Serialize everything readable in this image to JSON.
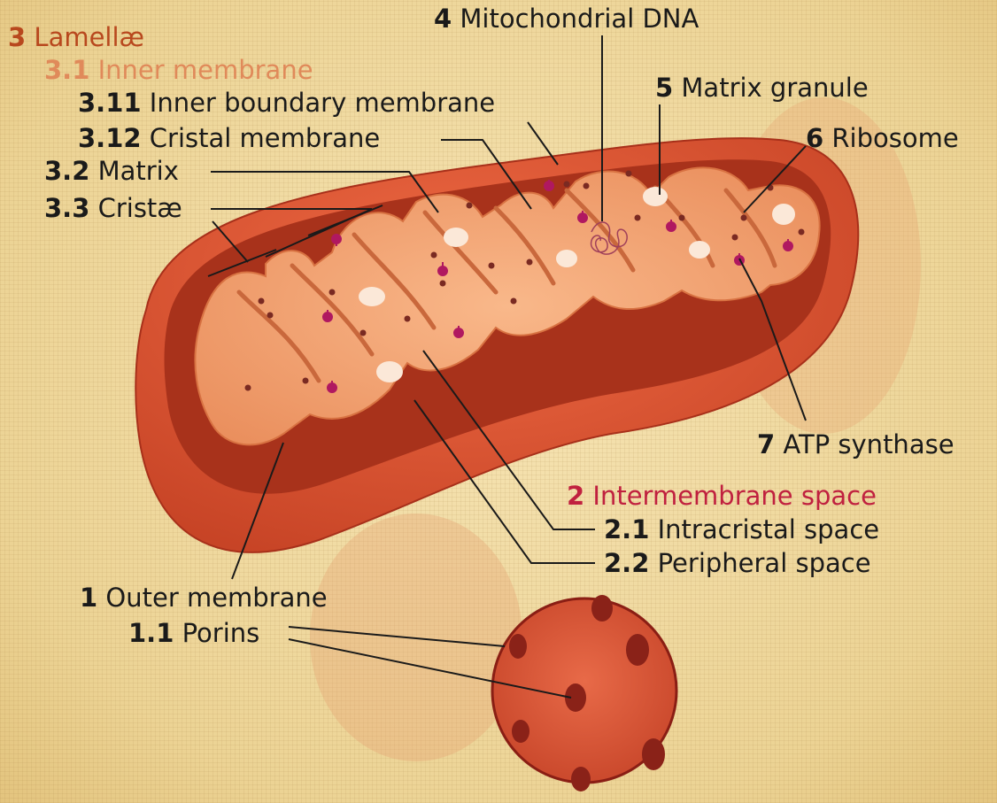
{
  "labels": {
    "lamellae": {
      "num": "3",
      "text": "Lamellæ"
    },
    "inner": {
      "num": "3.1",
      "text": "Inner membrane"
    },
    "boundary": {
      "num": "3.11",
      "text": "Inner boundary membrane"
    },
    "cristal": {
      "num": "3.12",
      "text": "Cristal membrane"
    },
    "matrix": {
      "num": "3.2",
      "text": "Matrix"
    },
    "cristae": {
      "num": "3.3",
      "text": "Cristæ"
    },
    "mtdna": {
      "num": "4",
      "text": "Mitochondrial DNA"
    },
    "granule": {
      "num": "5",
      "text": "Matrix granule"
    },
    "ribosome": {
      "num": "6",
      "text": "Ribosome"
    },
    "atp": {
      "num": "7",
      "text": "ATP synthase"
    },
    "ims": {
      "num": "2",
      "text": "Intermembrane space"
    },
    "intracristal": {
      "num": "2.1",
      "text": "Intracristal space"
    },
    "peripheral": {
      "num": "2.2",
      "text": "Peripheral space"
    },
    "outer": {
      "num": "1",
      "text": "Outer membrane"
    },
    "porins": {
      "num": "1.1",
      "text": "Porins"
    }
  },
  "colors": {
    "background": "#efd9a0",
    "outer_membrane": "#d94e2c",
    "inner_space": "#b0361c",
    "inner_membrane": "#f2a070",
    "lamellae_label": "#b8481e",
    "inner_membrane_label": "#e08a5a",
    "intermembrane_label": "#c0213f",
    "ribosome": "#6e1c1c",
    "atp_synthase": "#b01860"
  }
}
